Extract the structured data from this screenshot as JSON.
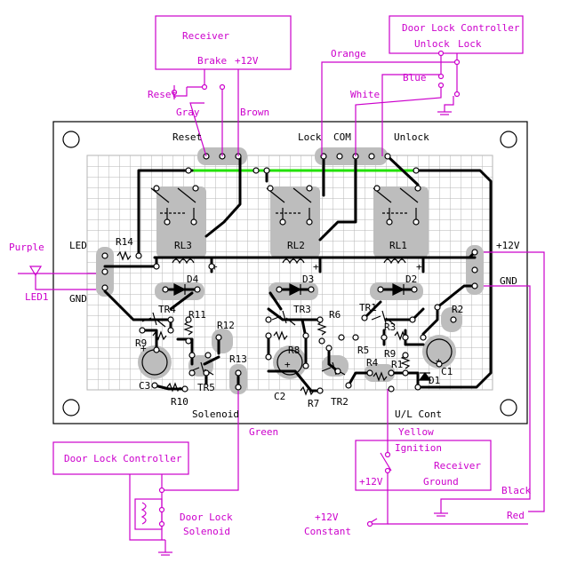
{
  "colors": {
    "board": "#ffffff",
    "grid": "#b5b5b5",
    "trace": "#000000",
    "bus": "#22e000",
    "pad_area": "#bdbdbd",
    "external_wire": "#cc00cc"
  },
  "boxes": {
    "receiver_top": {
      "title": "Receiver",
      "brake": "Brake",
      "plus12v": "+12V"
    },
    "door_lock_controller_top": {
      "title": "Door Lock Controller",
      "unlock": "Unlock",
      "lock": "Lock"
    },
    "door_lock_controller_bottom": {
      "title": "Door Lock Controller"
    },
    "receiver_bottom": {
      "title": "Receiver",
      "ignition": "Ignition",
      "plus12v": "+12V",
      "ground": "Ground"
    }
  },
  "wires": {
    "reset": "Reset",
    "gray": "Gray",
    "brown": "Brown",
    "orange": "Orange",
    "blue": "Blue",
    "white": "White",
    "purple": "Purple",
    "led1": "LED1",
    "green": "Green",
    "yellow": "Yellow",
    "black": "Black",
    "red": "Red",
    "plus12v_constant_1": "+12V",
    "plus12v_constant_2": "Constant",
    "door_lock_solenoid_1": "Door Lock",
    "door_lock_solenoid_2": "Solenoid"
  },
  "board_labels": {
    "reset": "Reset",
    "lock": "Lock",
    "com": "COM",
    "unlock": "Unlock",
    "led": "LED",
    "gnd_left": "GND",
    "plus12v": "+12V",
    "gnd_right": "GND",
    "solenoid": "Solenoid",
    "ul_cont": "U/L Cont"
  },
  "components": {
    "rl3": "RL3",
    "rl2": "RL2",
    "rl1": "RL1",
    "d4": "D4",
    "d3": "D3",
    "d2": "D2",
    "d1": "D1",
    "r14": "R14",
    "tr4": "TR4",
    "r9l": "R9",
    "r11": "R11",
    "r12": "R12",
    "r13": "R13",
    "c3": "C3",
    "r10": "R10",
    "tr5": "TR5",
    "tr3": "TR3",
    "r6": "R6",
    "r8": "R8",
    "c2": "C2",
    "r7": "R7",
    "tr2": "TR2",
    "r5": "R5",
    "tr1": "TR1",
    "r2": "R2",
    "r9r": "R9",
    "r1": "R1",
    "r3": "R3",
    "r4": "R4",
    "c1": "C1"
  }
}
